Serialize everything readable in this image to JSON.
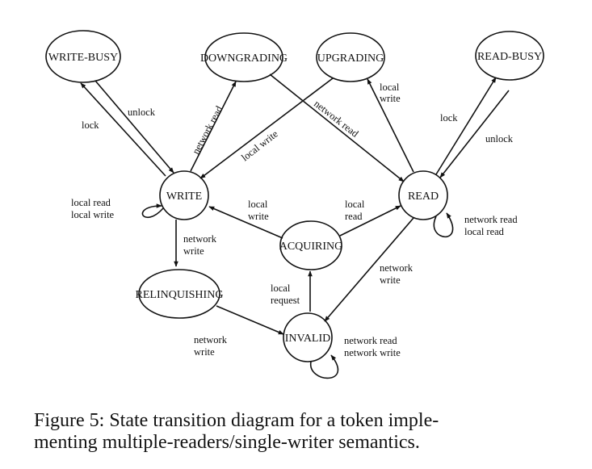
{
  "diagram": {
    "states": {
      "write_busy": "WRITE-BUSY",
      "downgrading": "DOWNGRADING",
      "upgrading": "UPGRADING",
      "read_busy": "READ-BUSY",
      "write": "WRITE",
      "read": "READ",
      "acquiring": "ACQUIRING",
      "relinquishing": "RELINQUISHING",
      "invalid": "INVALID"
    },
    "edge_labels": {
      "write_to_write_busy": "lock",
      "write_busy_to_write": "unlock",
      "write_to_downgrading": "network read",
      "upgrading_to_write": "local write",
      "downgrading_to_read": "network read",
      "read_to_upgrading": [
        "local",
        "write"
      ],
      "read_to_read_busy": "lock",
      "read_busy_to_read": "unlock",
      "write_self": [
        "local read",
        "local write"
      ],
      "acquiring_to_write": [
        "local",
        "write"
      ],
      "acquiring_to_read": [
        "local",
        "read"
      ],
      "read_self": [
        "network read",
        "local read"
      ],
      "write_to_relinquishing": [
        "network",
        "write"
      ],
      "read_to_invalid": [
        "network",
        "write"
      ],
      "invalid_to_acquiring": [
        "local",
        "request"
      ],
      "relinquishing_to_invalid": [
        "network",
        "write"
      ],
      "invalid_self": [
        "network read",
        "network write"
      ]
    }
  },
  "caption": {
    "line1": "Figure 5: State transition diagram for a token imple-",
    "line2": "menting multiple-readers/single-writer semantics."
  }
}
